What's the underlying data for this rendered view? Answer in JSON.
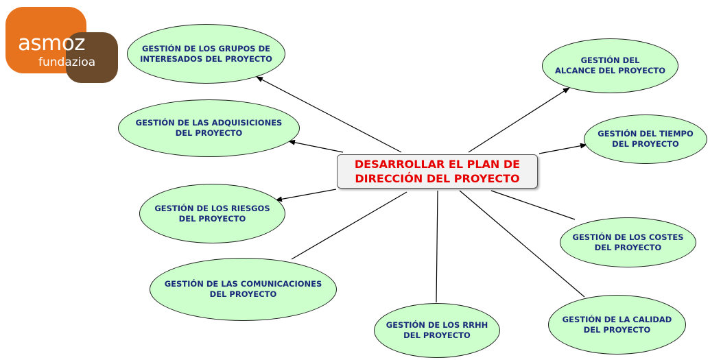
{
  "logo": {
    "word": "asmoz",
    "sub": "fundazioa",
    "colors": {
      "orange": "#e8731f",
      "brown": "#6b4a2b"
    }
  },
  "center": {
    "label": "DESARROLLAR EL PLAN DE\nDIRECCIÓN DEL PROYECTO",
    "color": "#e60000"
  },
  "nodes": {
    "grupos_interesados": "GESTIÓN DE LOS GRUPOS DE\nINTERESADOS DEL PROYECTO",
    "adquisiciones": "GESTIÓN DE LAS ADQUISICIONES\nDEL PROYECTO",
    "riesgos": "GESTIÓN DE LOS RIESGOS\nDEL PROYECTO",
    "comunicaciones": "GESTIÓN DE LAS COMUNICACIONES\nDEL PROYECTO",
    "rrhh": "GESTIÓN DE LOS RRHH\nDEL PROYECTO",
    "calidad": "GESTIÓN DE LA CALIDAD\nDEL PROYECTO",
    "costes": "GESTIÓN DE LOS COSTES\nDEL PROYECTO",
    "tiempo": "GESTIÓN DEL TIEMPO\nDEL PROYECTO",
    "alcance": "GESTIÓN DEL\nALCANCE DEL PROYECTO"
  },
  "colors": {
    "node_fill": "#ccffcc",
    "node_text": "#1a2a7a"
  }
}
